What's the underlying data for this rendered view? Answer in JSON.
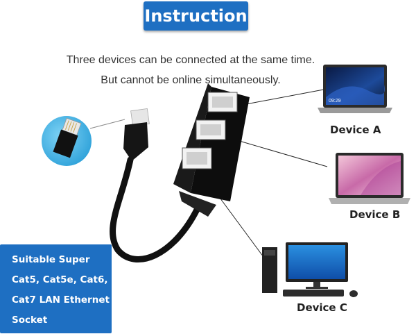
{
  "title": "Instruction",
  "description": {
    "line1": "Three devices can be connected at the same time.",
    "line2": "But cannot be online simultaneously."
  },
  "devices": [
    {
      "label": "Device A",
      "icon": "laptop-icon",
      "screen_time": "09:29"
    },
    {
      "label": "Device B",
      "icon": "laptop-icon"
    },
    {
      "label": "Device C",
      "icon": "desktop-computer-icon"
    }
  ],
  "info_box": {
    "lines": [
      "Suitable Super",
      "Cat5, Cat5e, Cat6,",
      "Cat7 LAN Ethernet",
      "Socket"
    ]
  },
  "colors": {
    "accent": "#1e6fc2",
    "text": "#333333"
  }
}
